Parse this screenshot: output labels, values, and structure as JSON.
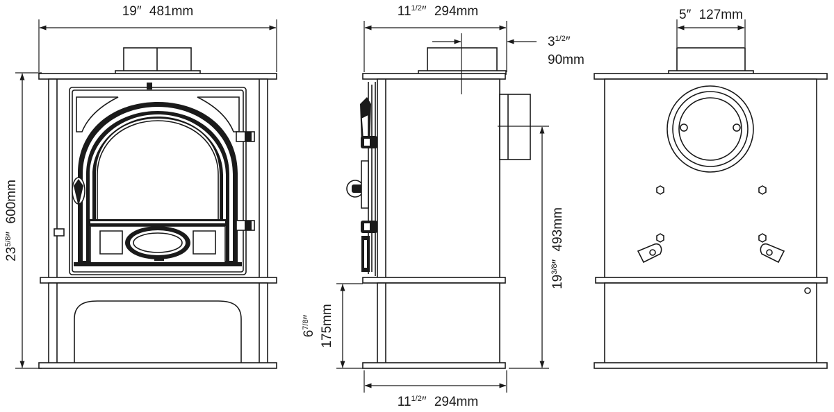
{
  "views": {
    "front": {
      "width_in_whole": "19",
      "width_in_unit": "″",
      "width_mm": "481mm",
      "height_in_whole": "23",
      "height_in_frac": "5/8",
      "height_in_unit": "″",
      "height_mm": "600mm"
    },
    "side": {
      "top_width_in_whole": "11",
      "top_width_in_frac": "1/2",
      "top_width_in_unit": "″",
      "top_width_mm": "294mm",
      "flue_offset_in_whole": "3",
      "flue_offset_in_frac": "1/2",
      "flue_offset_in_unit": "″",
      "flue_offset_mm": "90mm",
      "plinth_in_whole": "6",
      "plinth_in_frac": "7/8",
      "plinth_in_unit": "″",
      "plinth_mm": "175mm",
      "rear_outlet_in_whole": "19",
      "rear_outlet_in_frac": "3/8",
      "rear_outlet_in_unit": "″",
      "rear_outlet_mm": "493mm",
      "bottom_width_in_whole": "11",
      "bottom_width_in_frac": "1/2",
      "bottom_width_in_unit": "″",
      "bottom_width_mm": "294mm"
    },
    "rear": {
      "flue_in_whole": "5",
      "flue_in_unit": "″",
      "flue_mm": "127mm"
    }
  },
  "colors": {
    "line": "#1a1a1a",
    "background": "#ffffff"
  }
}
